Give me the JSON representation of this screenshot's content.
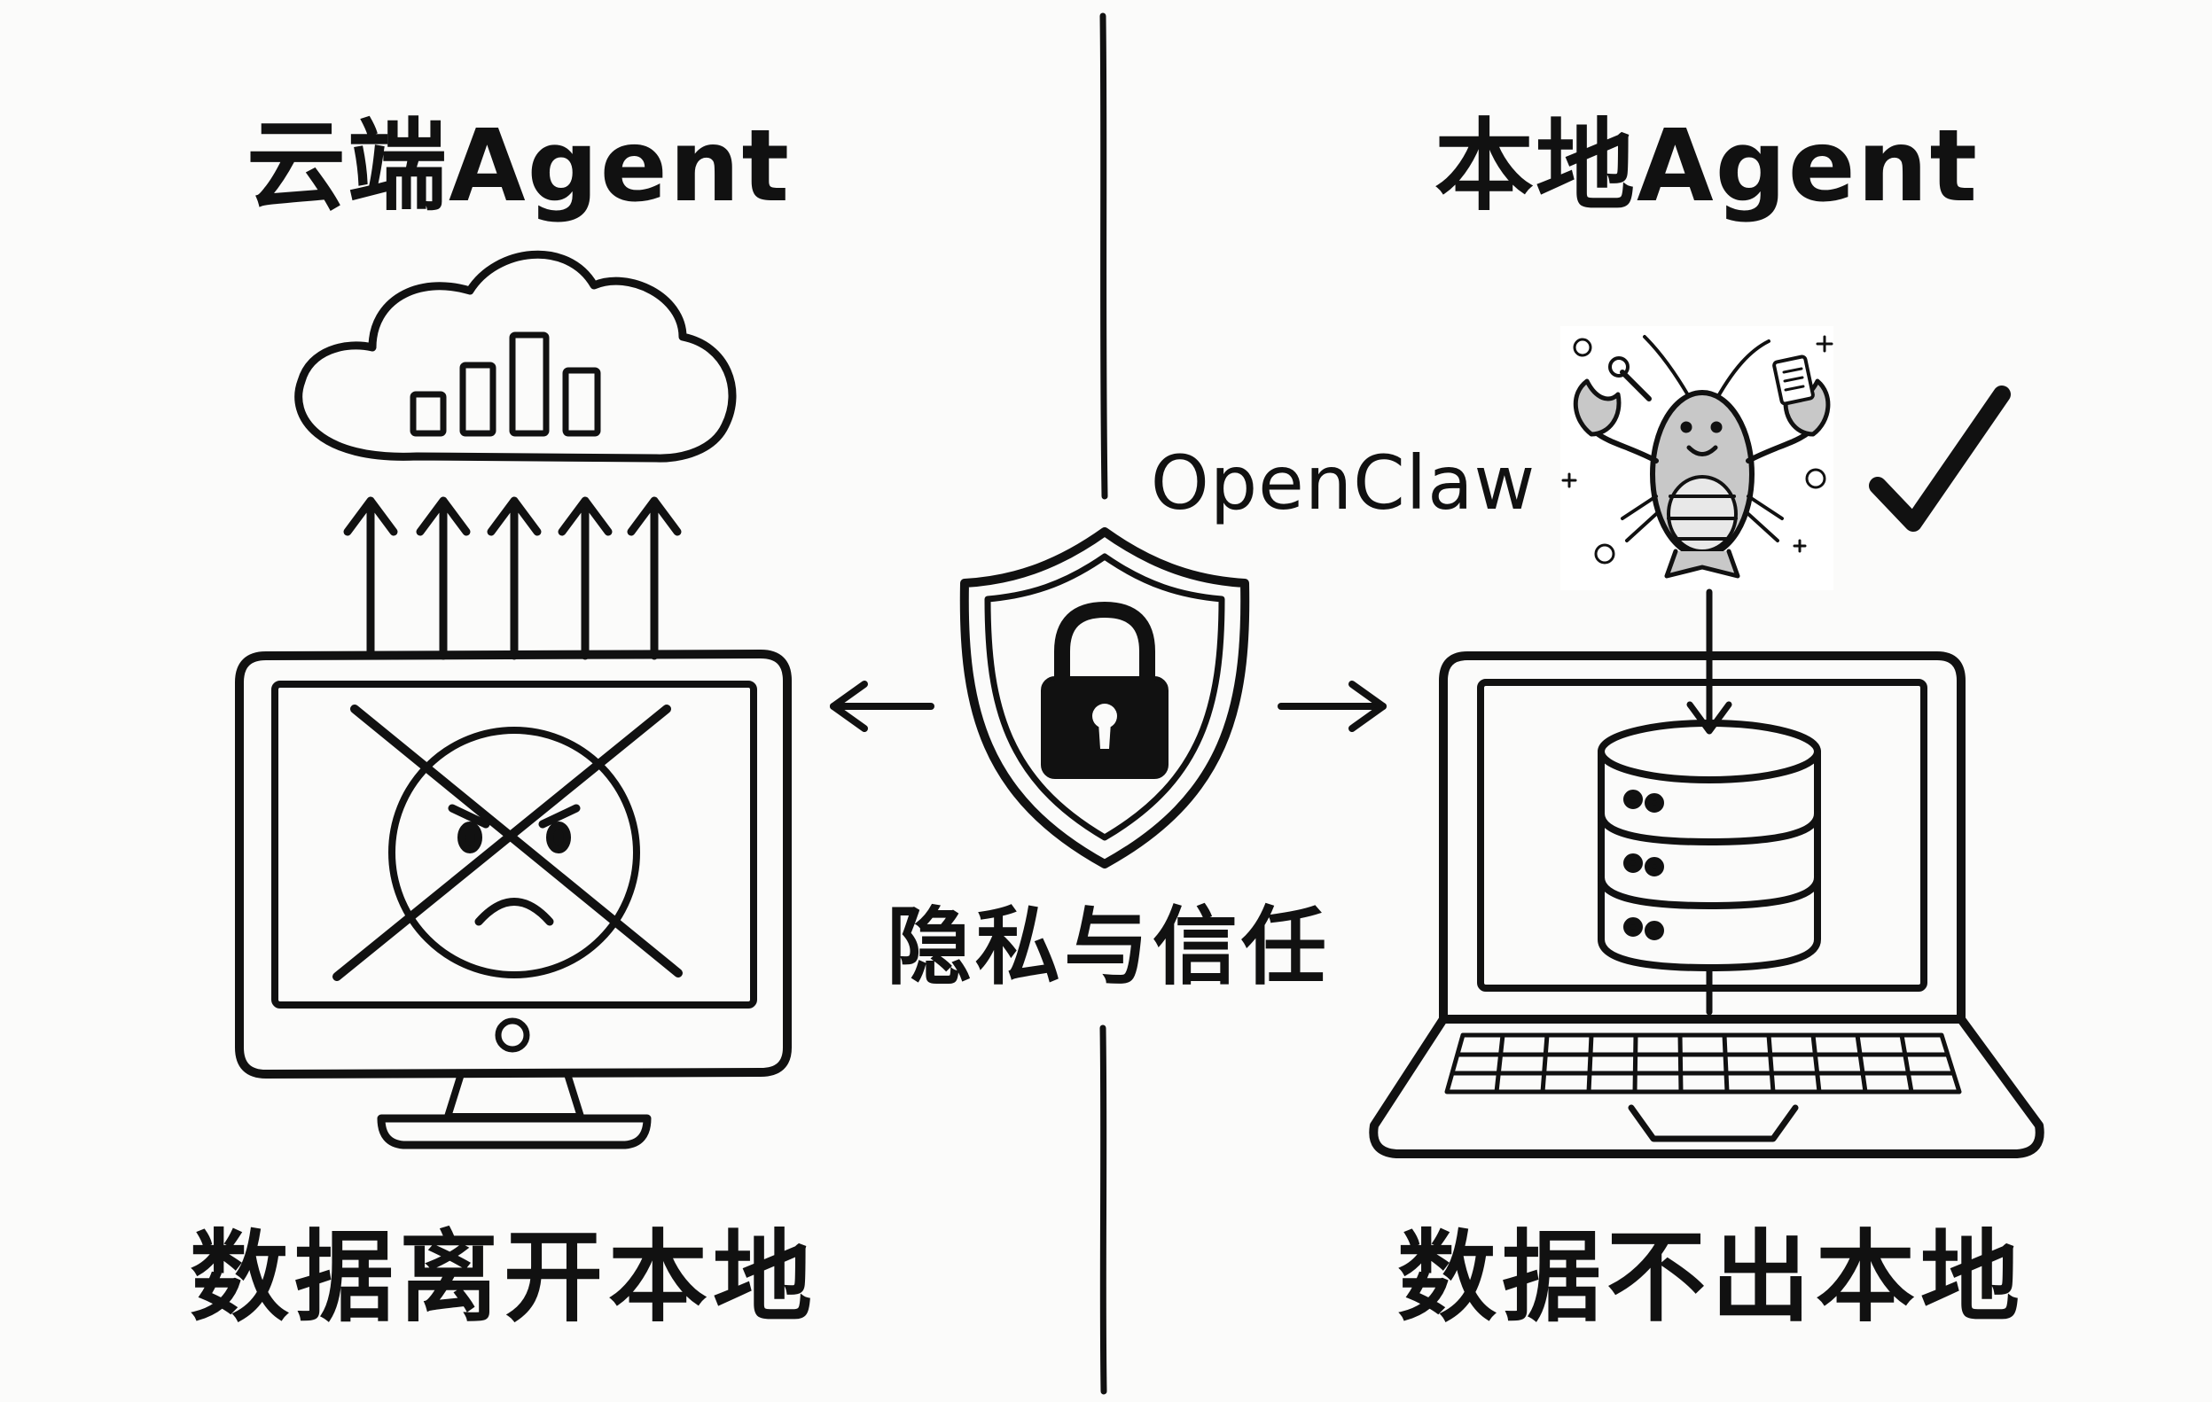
{
  "left": {
    "title": "云端Agent",
    "caption": "数据离开本地"
  },
  "right": {
    "title": "本地Agent",
    "caption": "数据不出本地",
    "brand": "OpenClaw"
  },
  "center": {
    "caption": "隐私与信任"
  },
  "icons": {
    "cloud": "cloud-with-bar-chart-icon",
    "upload_arrows": "arrow-up-icon",
    "monitor": "desktop-monitor-icon",
    "sad_face": "sad-face-icon",
    "cross": "x-cross-icon",
    "shield": "shield-lock-icon",
    "arrows_out": "arrow-left-right-icon",
    "mascot": "lobster-mascot-icon",
    "check": "checkmark-icon",
    "database": "database-icon",
    "laptop": "laptop-icon"
  },
  "colors": {
    "ink": "#111111",
    "background": "#fbfbfa"
  }
}
